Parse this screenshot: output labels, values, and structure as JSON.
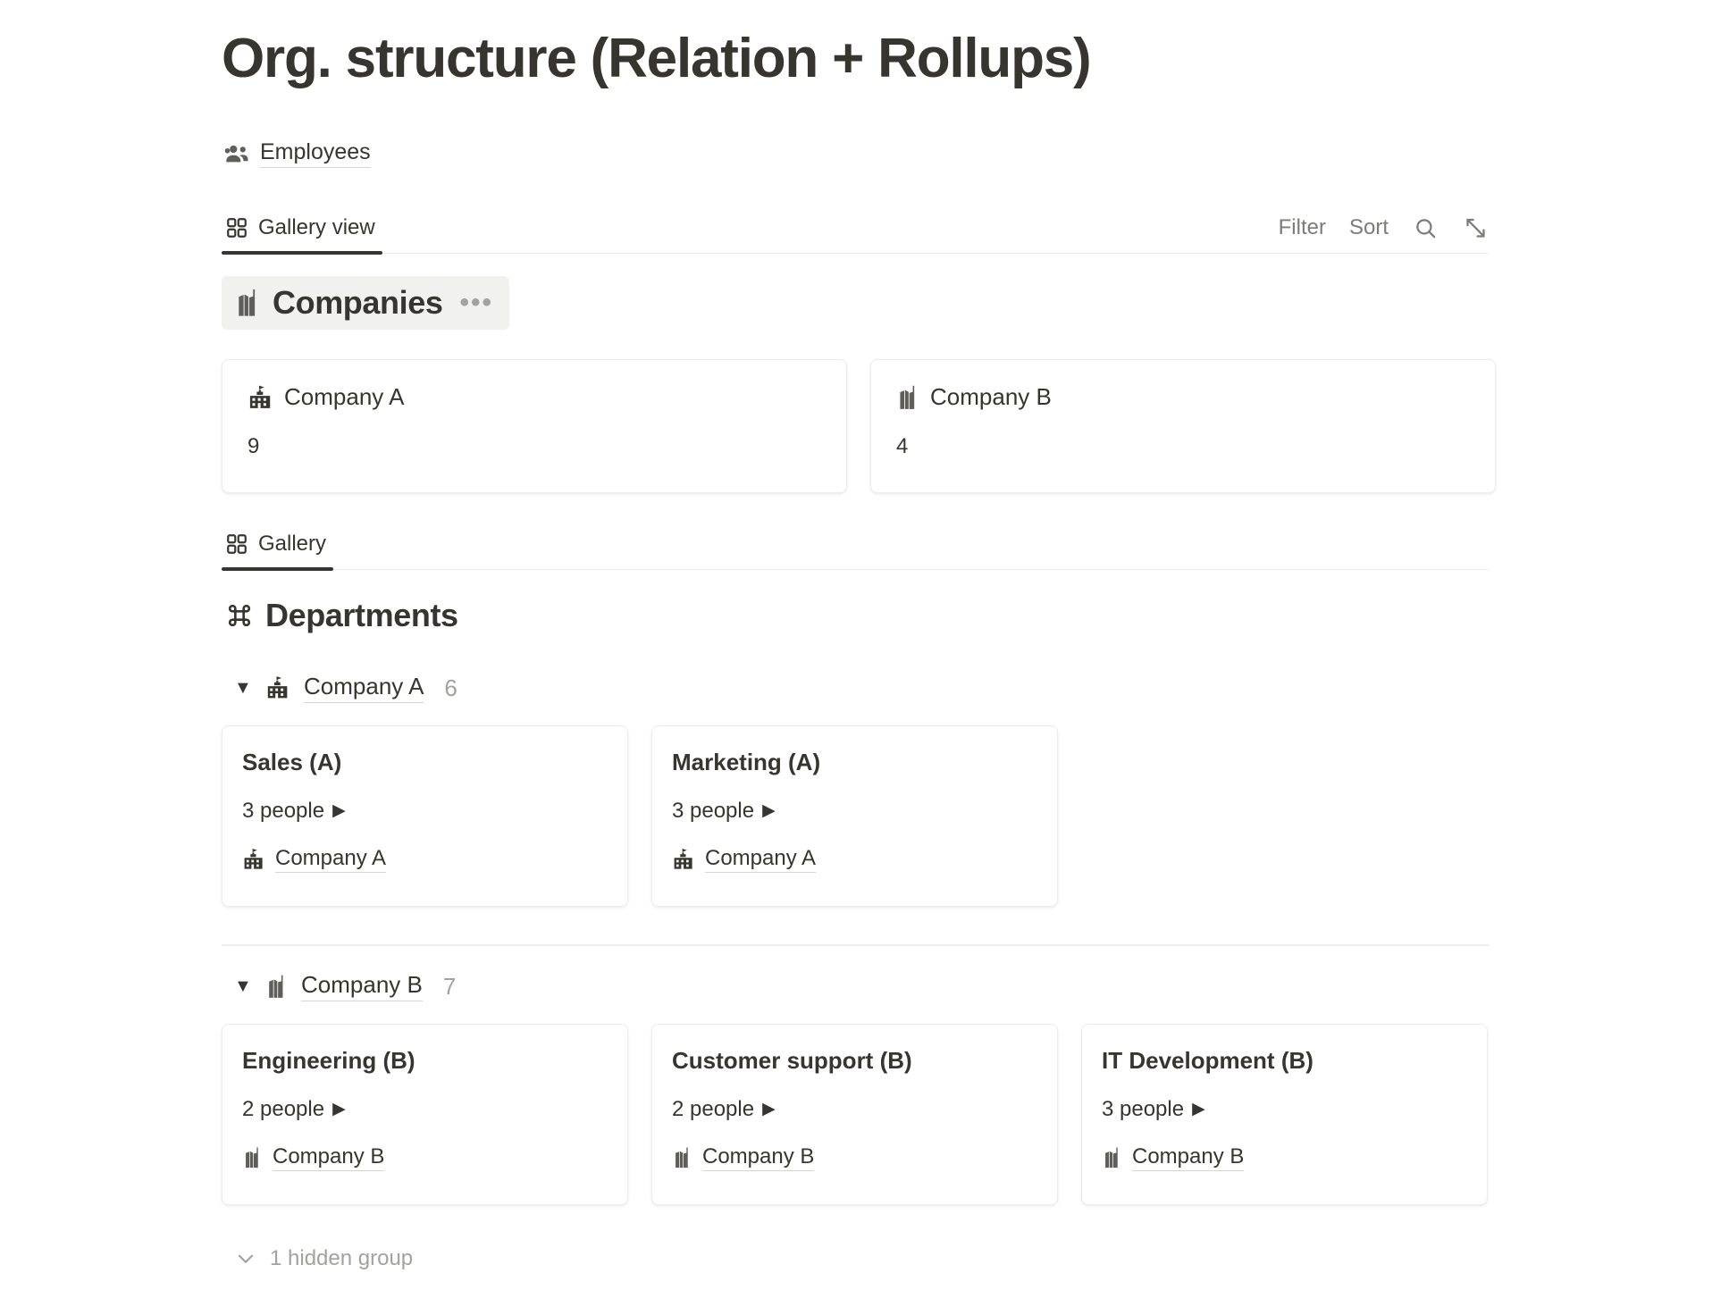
{
  "page": {
    "title": "Org. structure (Relation + Rollups)"
  },
  "breadcrumb": {
    "database_label": "Employees",
    "icon": "people-group-icon"
  },
  "view_bar": {
    "tabs": [
      {
        "label": "Gallery view",
        "icon": "gallery-grid-icon",
        "active": true
      }
    ],
    "toolbar": {
      "filter_label": "Filter",
      "sort_label": "Sort",
      "search_icon": "search-icon",
      "expand_icon": "expand-diagonal-icon"
    }
  },
  "companies_section": {
    "heading": "Companies",
    "heading_icon": "factory-building-icon",
    "menu_icon": "ellipsis-icon",
    "cards": [
      {
        "title": "Company A",
        "icon": "school-building-icon",
        "metric": "9"
      },
      {
        "title": "Company B",
        "icon": "factory-building-icon",
        "metric": "4"
      }
    ]
  },
  "gallery_bar": {
    "tabs": [
      {
        "label": "Gallery",
        "icon": "gallery-grid-icon",
        "active": true
      }
    ]
  },
  "departments_section": {
    "heading": "Departments",
    "heading_icon": "command-clover-icon",
    "groups": [
      {
        "name": "Company A",
        "icon": "school-building-icon",
        "count": "6",
        "caret": "▼",
        "cards": [
          {
            "title": "Sales (A)",
            "people": "3 people",
            "people_arrow": "▶",
            "relation": "Company A",
            "relation_icon": "school-building-icon"
          },
          {
            "title": "Marketing (A)",
            "people": "3 people",
            "people_arrow": "▶",
            "relation": "Company A",
            "relation_icon": "school-building-icon"
          }
        ]
      },
      {
        "name": "Company B",
        "icon": "factory-building-icon",
        "count": "7",
        "caret": "▼",
        "cards": [
          {
            "title": "Engineering (B)",
            "people": "2 people",
            "people_arrow": "▶",
            "relation": "Company B",
            "relation_icon": "factory-building-icon"
          },
          {
            "title": "Customer support (B)",
            "people": "2 people",
            "people_arrow": "▶",
            "relation": "Company B",
            "relation_icon": "factory-building-icon"
          },
          {
            "title": "IT Development (B)",
            "people": "3 people",
            "people_arrow": "▶",
            "relation": "Company B",
            "relation_icon": "factory-building-icon"
          }
        ]
      }
    ],
    "hidden_group_label": "1 hidden group",
    "hidden_group_icon": "chevron-down-icon"
  },
  "colors": {
    "text": "#37352f",
    "muted": "#a3a29e",
    "toolbar_text": "#7d7c78",
    "card_border": "#ededec",
    "heading_highlight": "#f1f1f0",
    "divider": "#ececeb"
  }
}
